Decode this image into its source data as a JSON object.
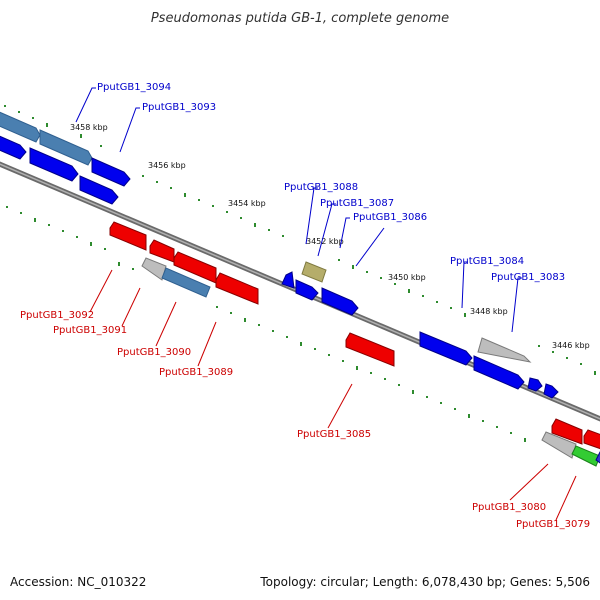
{
  "title": "Pseudomonas putida GB-1, complete genome",
  "footer": {
    "accession": "Accession: NC_010322",
    "topology": "Topology: circular; Length: 6,078,430 bp; Genes: 5,506"
  },
  "colors": {
    "forward_gene": "#0000ee",
    "reverse_gene": "#ee0000",
    "selected_gene": "#4a7fb0",
    "grey_gene": "#bdbdbd",
    "olive_gene": "#b5ad6a",
    "green_gene": "#33cc33",
    "backbone": "#8a8a8a",
    "tick": "#2e8b2e"
  },
  "ticks": [
    "3458 kbp",
    "3456 kbp",
    "3454 kbp",
    "3452 kbp",
    "3450 kbp",
    "3448 kbp",
    "3446 kbp"
  ],
  "forward_labels": [
    "PputGB1_3094",
    "PputGB1_3093",
    "PputGB1_3088",
    "PputGB1_3087",
    "PputGB1_3086",
    "PputGB1_3084",
    "PputGB1_3083"
  ],
  "reverse_labels": [
    "PputGB1_3092",
    "PputGB1_3091",
    "PputGB1_3090",
    "PputGB1_3089",
    "PputGB1_3085",
    "PputGB1_3080",
    "PputGB1_3079"
  ]
}
